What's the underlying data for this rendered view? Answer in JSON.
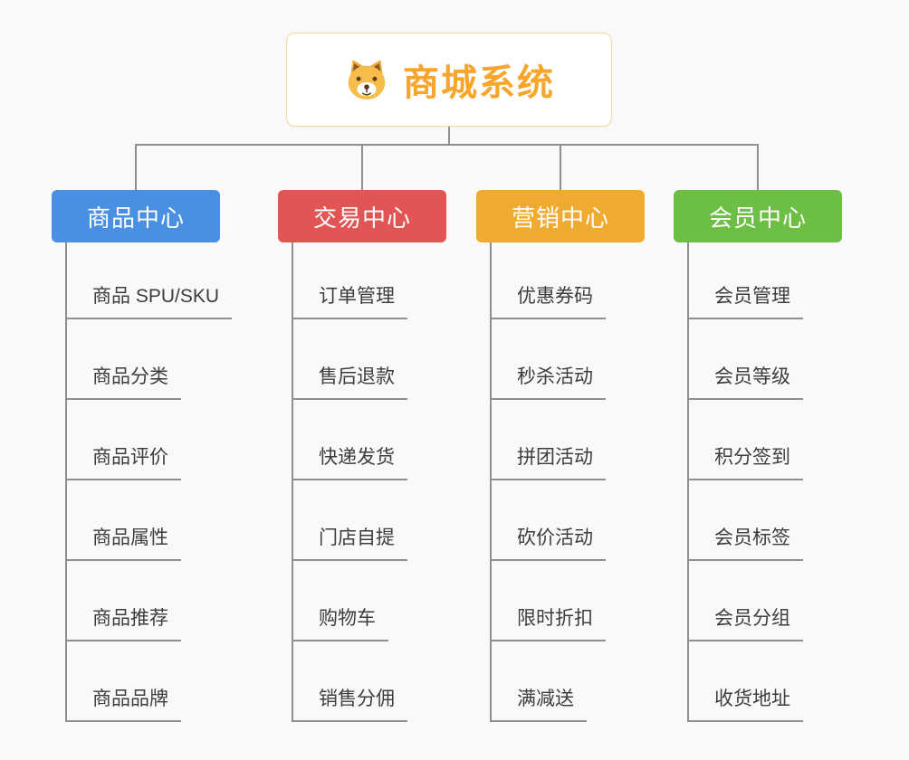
{
  "root": {
    "label": "商城系统",
    "icon": "dog-face-icon",
    "accent_color": "#f7a52b"
  },
  "branches": [
    {
      "label": "商品中心",
      "color": "#4a90e2",
      "items": [
        "商品 SPU/SKU",
        "商品分类",
        "商品评价",
        "商品属性",
        "商品推荐",
        "商品品牌"
      ]
    },
    {
      "label": "交易中心",
      "color": "#e25555",
      "items": [
        "订单管理",
        "售后退款",
        "快递发货",
        "门店自提",
        "购物车",
        "销售分佣"
      ]
    },
    {
      "label": "营销中心",
      "color": "#efab30",
      "items": [
        "优惠券码",
        "秒杀活动",
        "拼团活动",
        "砍价活动",
        "限时折扣",
        "满减送"
      ]
    },
    {
      "label": "会员中心",
      "color": "#6dbe45",
      "items": [
        "会员管理",
        "会员等级",
        "积分签到",
        "会员标签",
        "会员分组",
        "收货地址"
      ]
    }
  ],
  "connector_color": "#8f8f8f"
}
